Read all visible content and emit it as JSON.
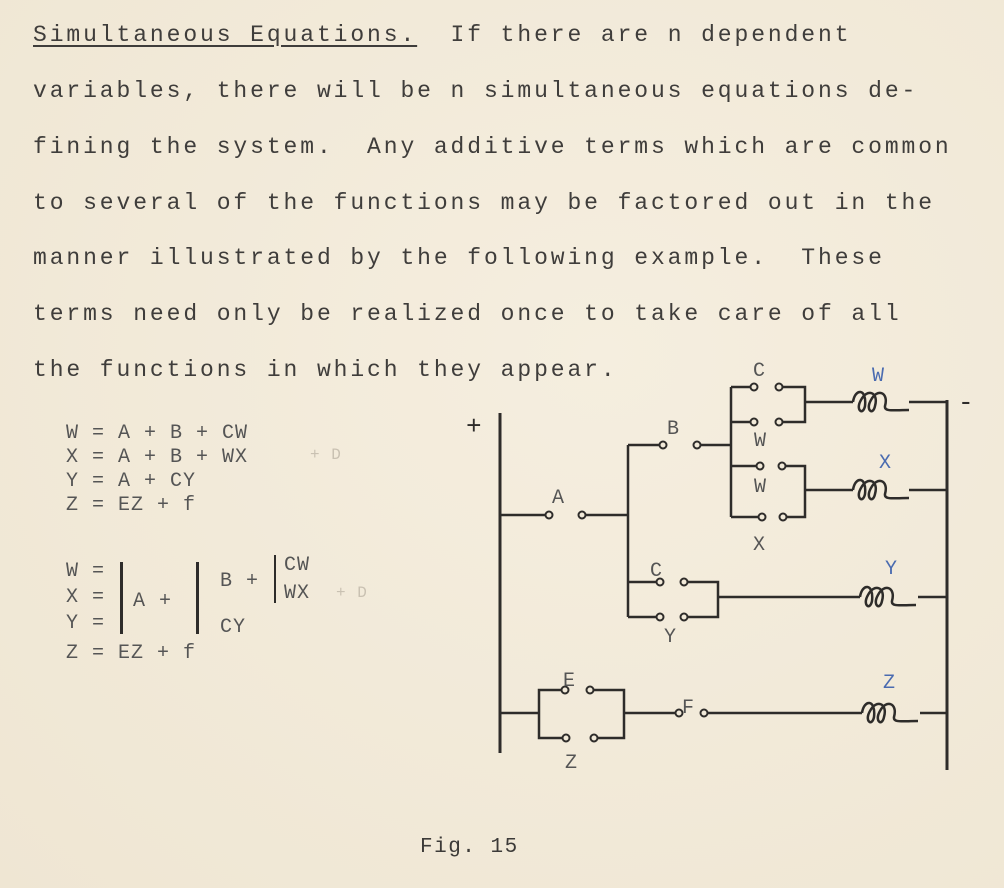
{
  "paragraph": {
    "title": "Simultaneous Equations.",
    "lines": [
      "  If there are n dependent",
      "variables, there will be n simultaneous equations de-",
      "fining the system.  Any additive terms which are common",
      "to several of the functions may be factored out in the",
      "manner illustrated by the following example.  These",
      "terms need only be realized once to take care of all",
      "the functions in which they appear."
    ]
  },
  "equations": {
    "set1": [
      "W = A + B + CW",
      "X = A + B + WX",
      "Y = A + CY",
      "Z = EZ + f"
    ],
    "set1_annotation": "+ D",
    "set2": {
      "lhs": [
        "W =",
        "X =",
        "Y =",
        "Z = EZ + f"
      ],
      "a_term": "A +",
      "b_term": "B +",
      "cw": "CW",
      "wx": "WX",
      "cy": "CY",
      "annotation": "+ D"
    }
  },
  "circuit": {
    "plus": "+",
    "minus": "-",
    "contacts": {
      "A": "A",
      "B": "B",
      "C1": "C",
      "W1": "W",
      "W2": "W",
      "X": "X",
      "C2": "C",
      "Y": "Y",
      "E": "E",
      "Z": "Z",
      "F": "F"
    },
    "coils": {
      "W": "W",
      "X": "X",
      "Y": "Y",
      "Z": "Z"
    },
    "coil_label_color": "#4a6bb0"
  },
  "caption": "Fig. 15"
}
